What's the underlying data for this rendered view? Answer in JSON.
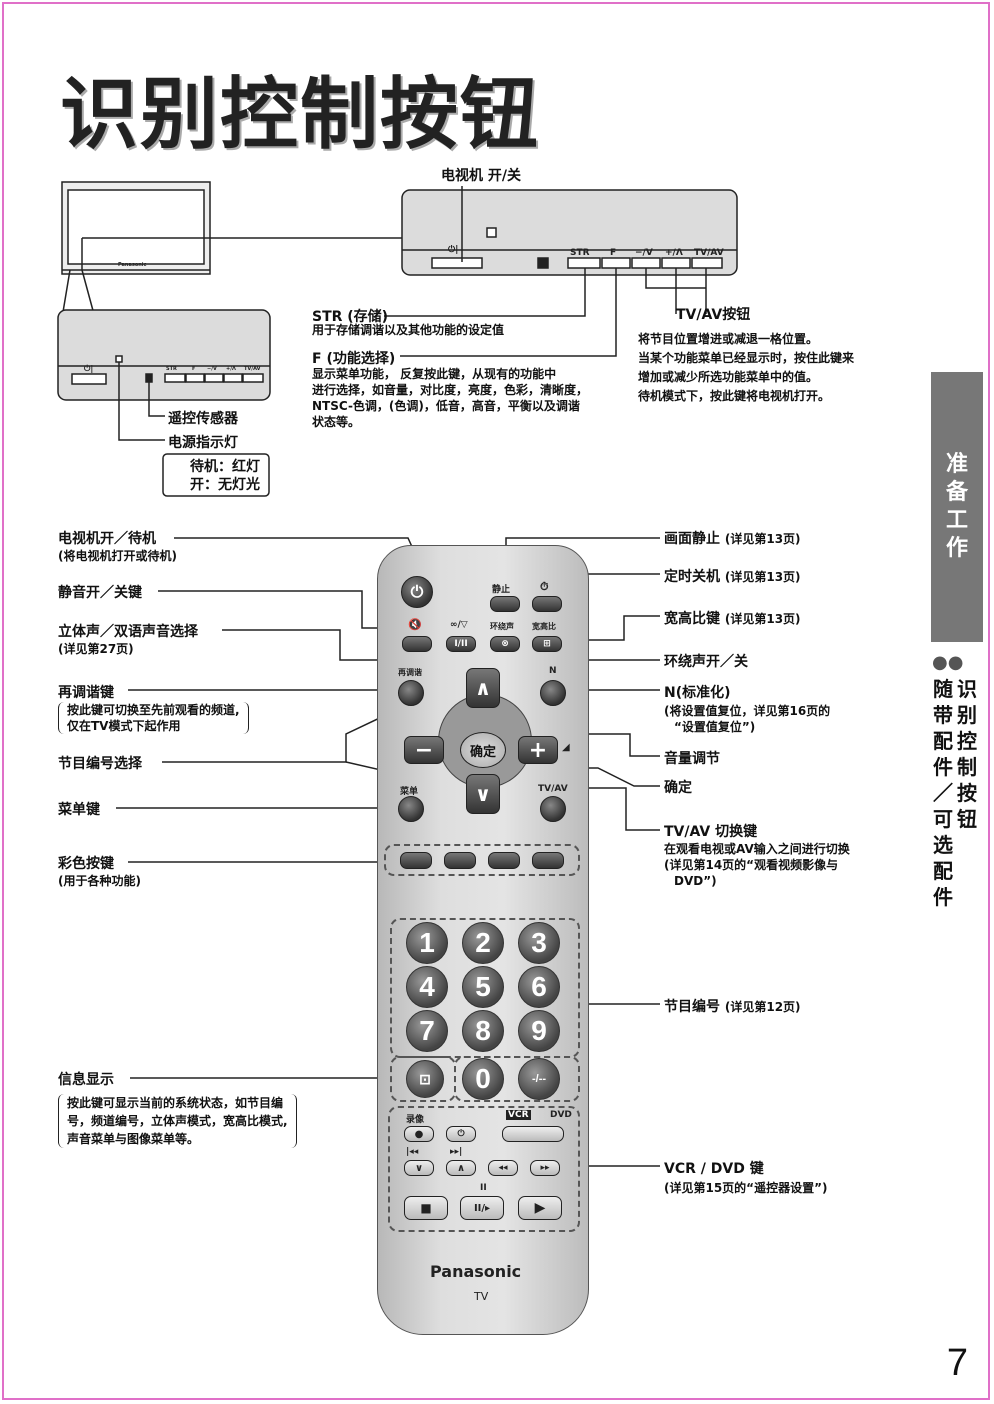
{
  "title": "识别控制按钮",
  "page_number": "7",
  "side_tab": [
    "准",
    "备",
    "工",
    "作"
  ],
  "side_dots": "●●",
  "side_col1": [
    "随",
    "带",
    "配",
    "件",
    "／",
    "可",
    "选",
    "配",
    "件"
  ],
  "side_col2": [
    "识",
    "别",
    "控",
    "制",
    "按",
    "钮"
  ],
  "tv_top": {
    "power_label": "电视机 开/关",
    "power_symbol": "⏻|",
    "panel_buttons": [
      "STR",
      "F",
      "−/V",
      "+/Λ",
      "TV/AV"
    ],
    "small_panel_buttons": [
      "STR",
      "F",
      "−/V",
      "+/Λ",
      "TV/AV"
    ],
    "str_title": "STR (存储)",
    "str_desc": "用于存储调谐以及其他功能的设定值",
    "f_title": "F (功能选择)",
    "f_desc": [
      "显示菜单功能， 反复按此键，从现有的功能中",
      "进行选择，如音量，对比度，亮度，色彩，清晰度，",
      "NTSC-色调，(色调)，低音，高音，平衡以及调谐",
      "状态等。"
    ],
    "tvav_title": "TV/AV按钮",
    "tvav_desc": [
      "将节目位置增进或减退一格位置。",
      "当某个功能菜单已经显示时，按住此键来",
      "增加或减少所选功能菜单中的值。",
      "待机模式下，按此键将电视机打开。"
    ],
    "sensor": "遥控传感器",
    "indicator": "电源指示灯",
    "standby_box": [
      "待机：红灯",
      "开：无灯光"
    ]
  },
  "remote_left": {
    "power": "电视机开／待机",
    "power_sub": "(将电视机打开或待机)",
    "mute": "静音开／关键",
    "stereo": "立体声／双语声音选择",
    "stereo_sub": "(详见第27页)",
    "recall": "再调谐键",
    "recall_sub": [
      "按此键可切换至先前观看的频道,",
      "仅在TV模式下起作用"
    ],
    "program": "节目编号选择",
    "menu": "菜单键",
    "color": "彩色按键",
    "color_sub": "(用于各种功能)",
    "info": "信息显示",
    "info_sub": [
      "按此键可显示当前的系统状态，如节目编",
      "号，频道编号，立体声模式，宽高比模式,",
      "声音菜单与图像菜单等。"
    ]
  },
  "remote_right": {
    "still": "画面静止",
    "still_ref": "(详见第13页)",
    "timer": "定时关机",
    "timer_ref": "(详见第13页)",
    "aspect": "宽高比键",
    "aspect_ref": "(详见第13页)",
    "surround": "环绕声开／关",
    "normal": "N(标准化)",
    "normal_sub": [
      "(将设置值复位，详见第16页的",
      "“设置值复位”)"
    ],
    "volume": "音量调节",
    "ok": "确定",
    "tvav": "TV/AV 切换键",
    "tvav_sub": [
      "在观看电视或AV输入之间进行切换",
      "(详见第14页的“观看视频影像与",
      "DVD”)"
    ],
    "numbers": "节目编号",
    "numbers_ref": "(详见第12页)",
    "vcr": "VCR / DVD 键",
    "vcr_sub": "(详见第15页的“遥控器设置”)"
  },
  "remote": {
    "still": "静止",
    "surround": "环绕声",
    "aspect": "宽高比",
    "recall": "再调谐",
    "n": "N",
    "ok": "确定",
    "menu": "菜单",
    "tvav": "TV/AV",
    "stereo": "I/II",
    "record": "录像",
    "vcr": "VCR",
    "dvd": "DVD",
    "brand": "Panasonic",
    "model": "TV",
    "digits": [
      "1",
      "2",
      "3",
      "4",
      "5",
      "6",
      "7",
      "8",
      "9",
      "0"
    ],
    "dash": "-/--"
  }
}
